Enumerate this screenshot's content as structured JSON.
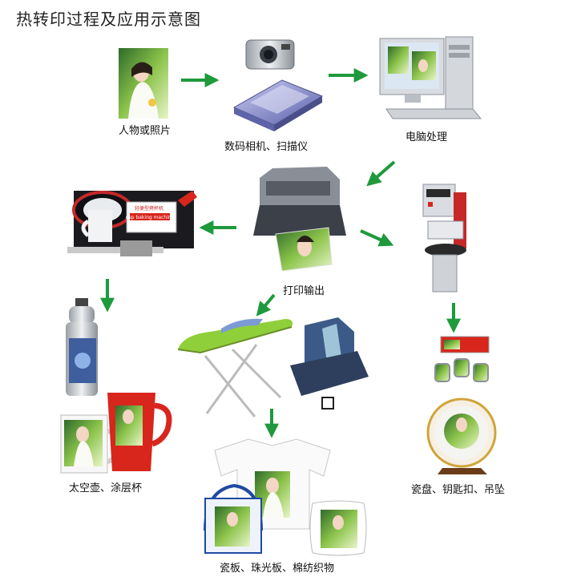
{
  "title": "热转印过程及应用示意图",
  "labels": {
    "photo": "人物或照片",
    "camera_scanner": "数码相机、扫描仪",
    "computer": "电脑处理",
    "print": "打印输出",
    "bottle_mug": "太空壶、涂层杯",
    "plate_keychain": "瓷盘、钥匙扣、吊坠",
    "slab_textile": "瓷板、珠光板、棉纺织物"
  },
  "mug_press_plate": {
    "line1": "轻便型烤杯机",
    "line2": "cup baking machine"
  },
  "colors": {
    "arrow": "#1e9a3c",
    "skin": "#f3d6c4",
    "foliage": "#6cae4a",
    "printer": "#6b6f78",
    "mug_red": "#d8261d",
    "scanner": "#7f84c9",
    "press_blue": "#3c5a87"
  }
}
